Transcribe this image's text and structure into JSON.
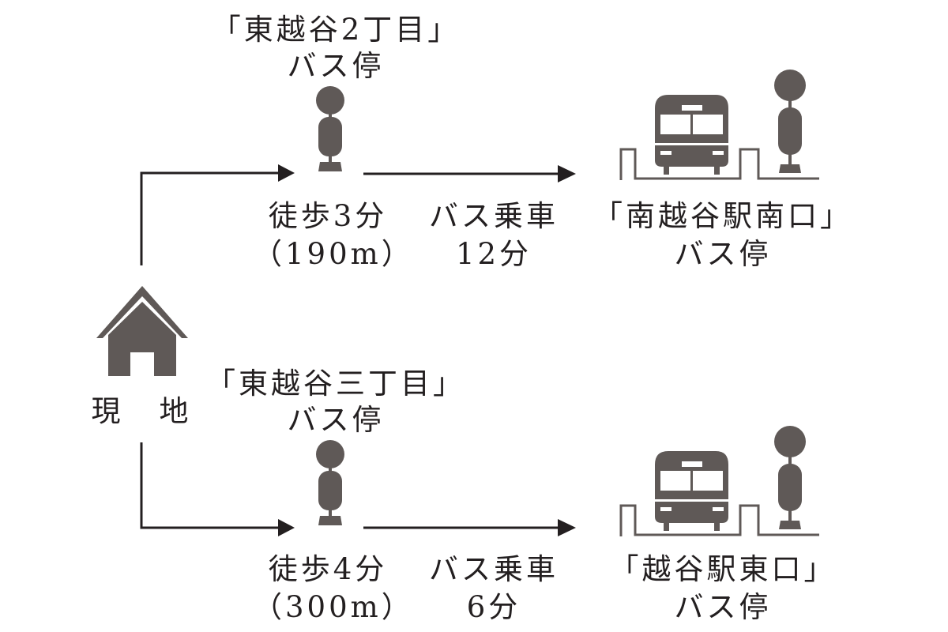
{
  "colors": {
    "icon": "#5f5957",
    "line": "#231f20",
    "text": "#231f20",
    "background": "#ffffff"
  },
  "origin": {
    "label": "現　地",
    "icon": "house-icon"
  },
  "routes": [
    {
      "id": "route-1",
      "start_stop": {
        "name": "「東越谷2丁目」",
        "suffix": "バス停",
        "icon": "bus-stop-icon"
      },
      "walk": {
        "label": "徒歩3分",
        "distance": "（190m）"
      },
      "ride": {
        "label": "バス乗車",
        "duration": "12分"
      },
      "end_stop": {
        "name": "「南越谷駅南口」",
        "suffix": "バス停",
        "icon": "bus-and-stop-icon"
      }
    },
    {
      "id": "route-2",
      "start_stop": {
        "name": "「東越谷三丁目」",
        "suffix": "バス停",
        "icon": "bus-stop-icon"
      },
      "walk": {
        "label": "徒歩4分",
        "distance": "（300m）"
      },
      "ride": {
        "label": "バス乗車",
        "duration": "6分"
      },
      "end_stop": {
        "name": "「越谷駅東口」",
        "suffix": "バス停",
        "icon": "bus-and-stop-icon"
      }
    }
  ]
}
